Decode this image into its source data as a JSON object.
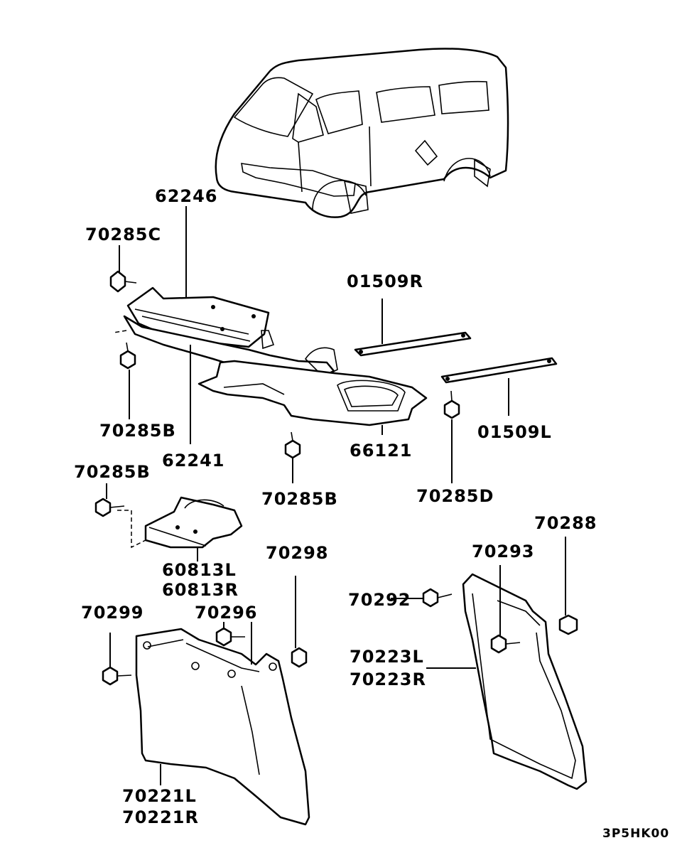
{
  "labels": {
    "p62246": "62246",
    "p70285c": "70285C",
    "p01509r": "01509R",
    "p70285b_left": "70285B",
    "p62241": "62241",
    "p66121": "66121",
    "p01509l": "01509L",
    "p70285b_bracket": "70285B",
    "p70285b_center": "70285B",
    "p70285d": "70285D",
    "p70288": "70288",
    "p60813l": "60813L",
    "p60813r": "60813R",
    "p70298": "70298",
    "p70293": "70293",
    "p70292": "70292",
    "p70299": "70299",
    "p70296": "70296",
    "p70223l": "70223L",
    "p70223r": "70223R",
    "p70221l": "70221L",
    "p70221r": "70221R"
  },
  "diagram_code": "3P5HK00"
}
